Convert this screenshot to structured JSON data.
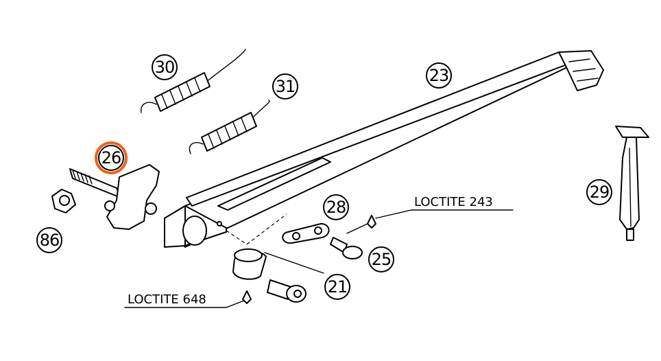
{
  "diagram": {
    "highlight_color": "#e8661d",
    "highlighted_part": "26",
    "parts": {
      "p30": "30",
      "p31": "31",
      "p23": "23",
      "p26": "26",
      "p29": "29",
      "p28": "28",
      "p86": "86",
      "p25": "25",
      "p21": "21"
    },
    "notes": {
      "loctite_243": "LOCTITE 243",
      "loctite_648": "LOCTITE 648"
    }
  }
}
